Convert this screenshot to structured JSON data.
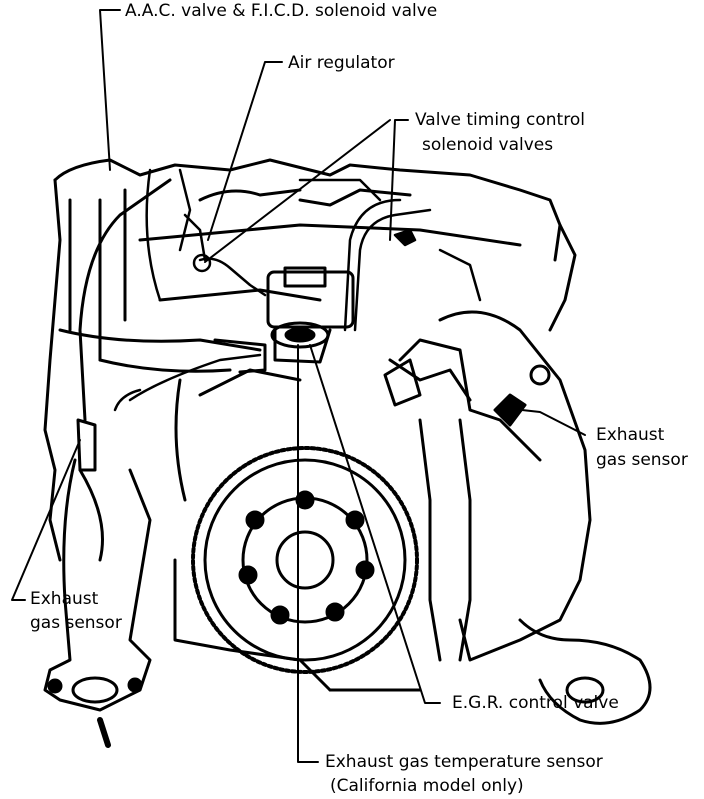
{
  "labels": {
    "aac_valve": "A.A.C. valve & F.I.C.D. solenoid valve",
    "air_regulator": "Air regulator",
    "vtc_line1": "Valve timing control",
    "vtc_line2": "solenoid valves",
    "exhaust_right_line1": "Exhaust",
    "exhaust_right_line2": "gas sensor",
    "exhaust_left_line1": "Exhaust",
    "exhaust_left_line2": "gas sensor",
    "egr_valve": "E.G.R. control valve",
    "exhaust_temp_line1": "Exhaust gas temperature sensor",
    "exhaust_temp_line2": "(California model only)"
  },
  "colors": {
    "ink": "#000000",
    "paper": "#ffffff"
  }
}
